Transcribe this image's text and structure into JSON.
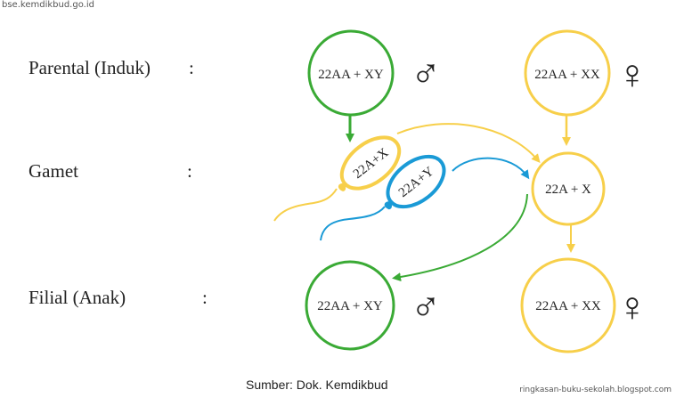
{
  "watermark_top": "bse.kemdikbud.go.id",
  "watermark_bottom": "ringkasan-buku-sekolah.blogspot.com",
  "labels": {
    "parental": "Parental (Induk)",
    "gamet": "Gamet",
    "filial": "Filial (Anak)",
    "colon": ":"
  },
  "cells": {
    "parent_male": "22AA + XY",
    "parent_female": "22AA + XX",
    "gamete_x_sperm": "22A+X",
    "gamete_y_sperm": "22A+Y",
    "gamete_ovum": "22A + X",
    "child_male": "22AA + XY",
    "child_female": "22AA + XX"
  },
  "symbols": {
    "male": "♂",
    "female": "♀"
  },
  "source": "Sumber: Dok. Kemdikbud",
  "colors": {
    "male_green": "#3aaa35",
    "female_yellow": "#f7cf4a",
    "y_blue": "#1a9ad6"
  }
}
